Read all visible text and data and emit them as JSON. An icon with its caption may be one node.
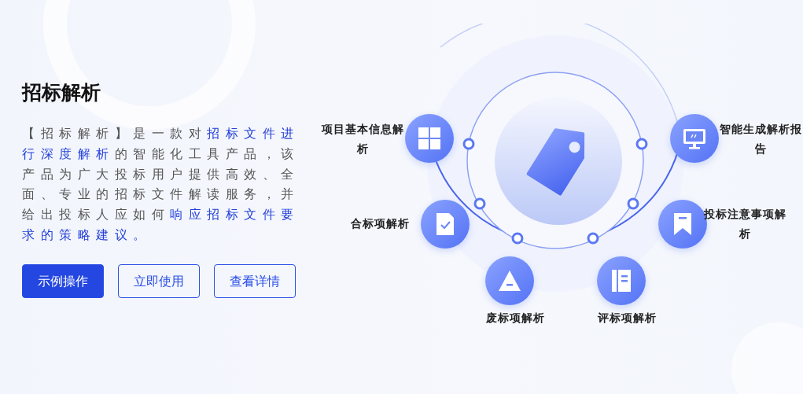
{
  "diagram": {
    "title": "招标解析",
    "nodes": [
      {
        "text": [
          "项目基本信息解析"
        ]
      },
      {
        "text": [
          "智能生成解析报告"
        ]
      },
      {
        "text": [
          "合标项解析"
        ]
      },
      {
        "text": [
          "投标注意事项解析"
        ]
      },
      {
        "text": [
          "废标项解析"
        ]
      },
      {
        "text": [
          "评标项解析"
        ]
      }
    ],
    "labels": [
      "【招标解析】是一款对**招标文件进行深度解析**的智能化工具产品，该产品为广大投标用户提供高效、全面、专业的招标文件解读服务，并给出投标人应如何**响应招标文件要求的策略建议。**",
      "示例操作",
      "立即使用",
      "查看详情"
    ]
  }
}
